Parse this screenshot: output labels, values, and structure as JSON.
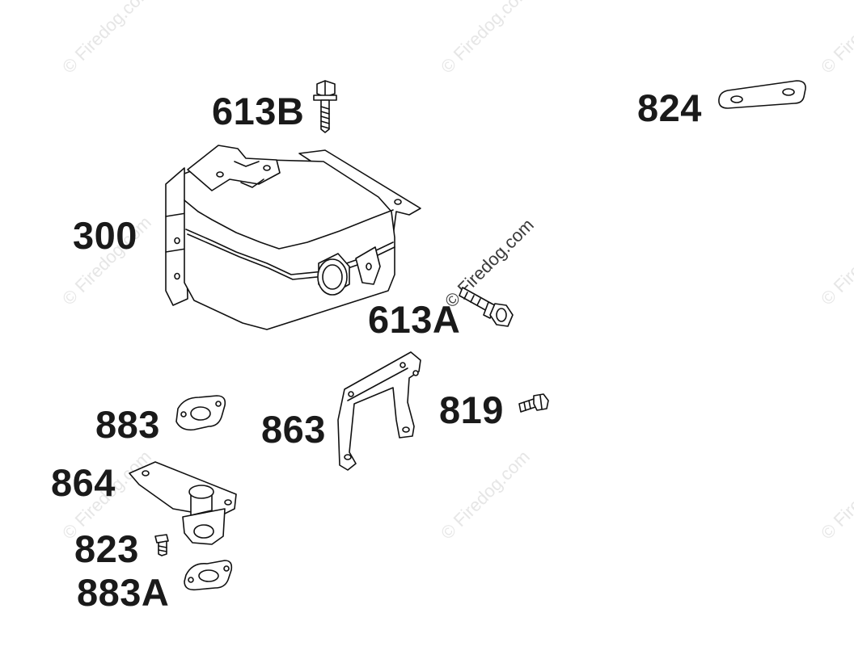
{
  "watermark": {
    "text": "© Firedog.com",
    "color": "#e6e6e6",
    "emphasis_color": "#3a3a3a"
  },
  "labels": {
    "p613B": "613B",
    "p824": "824",
    "p300": "300",
    "p613A": "613A",
    "p883": "883",
    "p863": "863",
    "p819": "819",
    "p864": "864",
    "p823": "823",
    "p883A": "883A"
  }
}
